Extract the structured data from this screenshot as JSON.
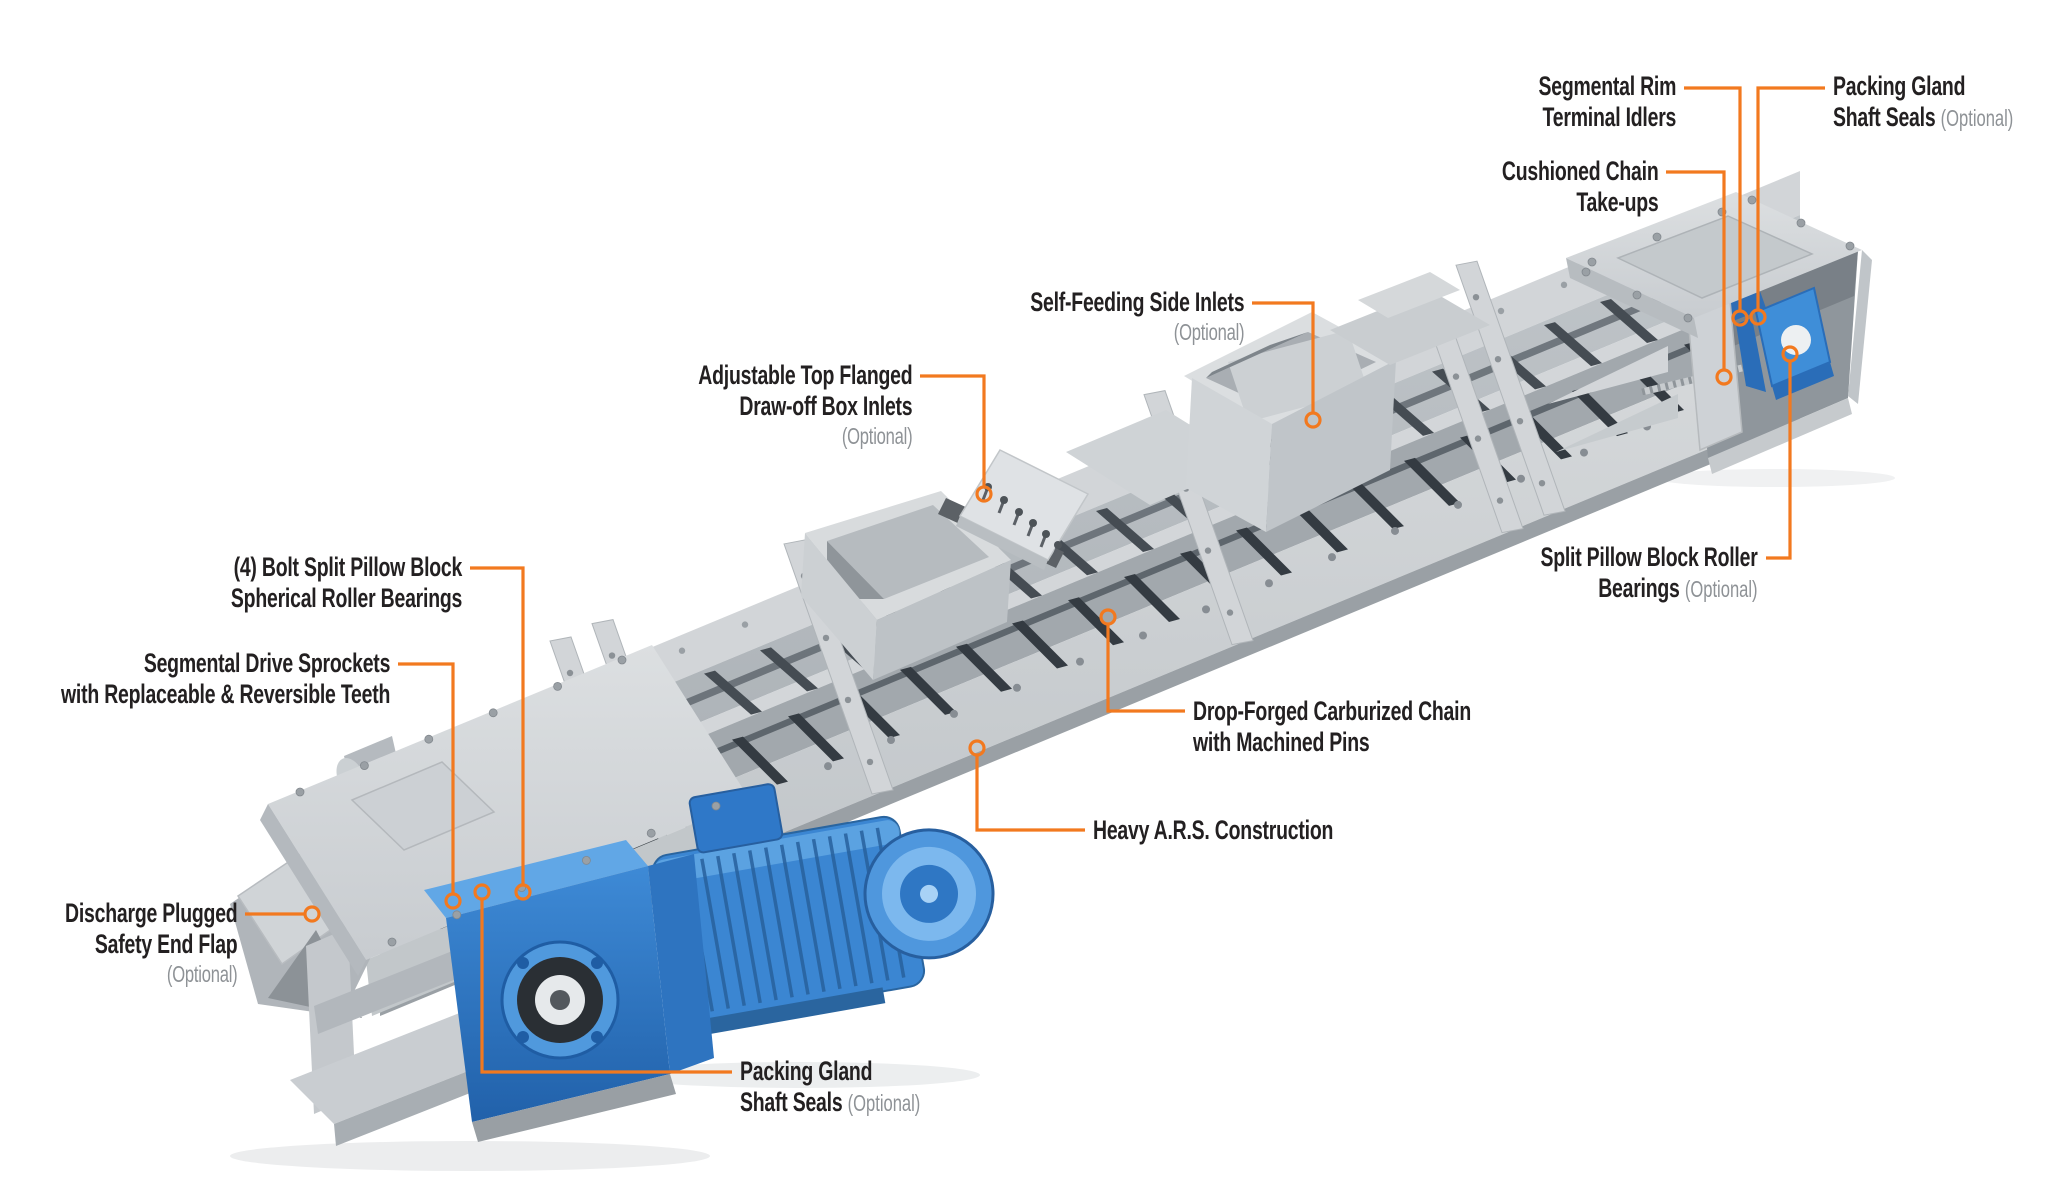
{
  "page": {
    "background": "#ffffff"
  },
  "colors": {
    "accent_orange": "#f2791f",
    "machine_light_gray": "#d2d5d8",
    "machine_mid_gray": "#b7bcc0",
    "machine_dark_gray": "#454c53",
    "motor_blue": "#3b86d2",
    "label_text": "#232021",
    "optional_text": "#8e9296"
  },
  "callouts": {
    "segmental_rim": {
      "lines": [
        "Segmental Rim",
        "Terminal Idlers"
      ]
    },
    "packing_gland_top": {
      "lines": [
        "Packing Gland",
        "Shaft Seals"
      ],
      "optional": "(Optional)"
    },
    "cushioned_chain": {
      "lines": [
        "Cushioned Chain",
        "Take-ups"
      ]
    },
    "self_feeding_inlets": {
      "lines": [
        "Self-Feeding Side Inlets"
      ],
      "optional": "(Optional)"
    },
    "adjustable_top_flanged": {
      "lines": [
        "Adjustable Top Flanged",
        "Draw-off Box Inlets"
      ],
      "optional": "(Optional)"
    },
    "split_pillow_block": {
      "lines": [
        "Split Pillow Block Roller",
        "Bearings"
      ],
      "optional": "(Optional)"
    },
    "four_bolt_pillow_block": {
      "lines": [
        "(4) Bolt Split Pillow Block",
        "Spherical Roller Bearings"
      ]
    },
    "segmental_drive_sprockets": {
      "lines": [
        "Segmental Drive Sprockets",
        "with Replaceable & Reversible Teeth"
      ]
    },
    "drop_forged_chain": {
      "lines": [
        "Drop-Forged Carburized Chain",
        "with Machined Pins"
      ]
    },
    "heavy_ars": {
      "lines": [
        "Heavy A.R.S. Construction"
      ]
    },
    "discharge_flap": {
      "lines": [
        "Discharge Plugged",
        "Safety End Flap"
      ],
      "optional": "(Optional)"
    },
    "packing_gland_bottom": {
      "lines": [
        "Packing Gland",
        "Shaft Seals"
      ],
      "optional": "(Optional)"
    }
  }
}
